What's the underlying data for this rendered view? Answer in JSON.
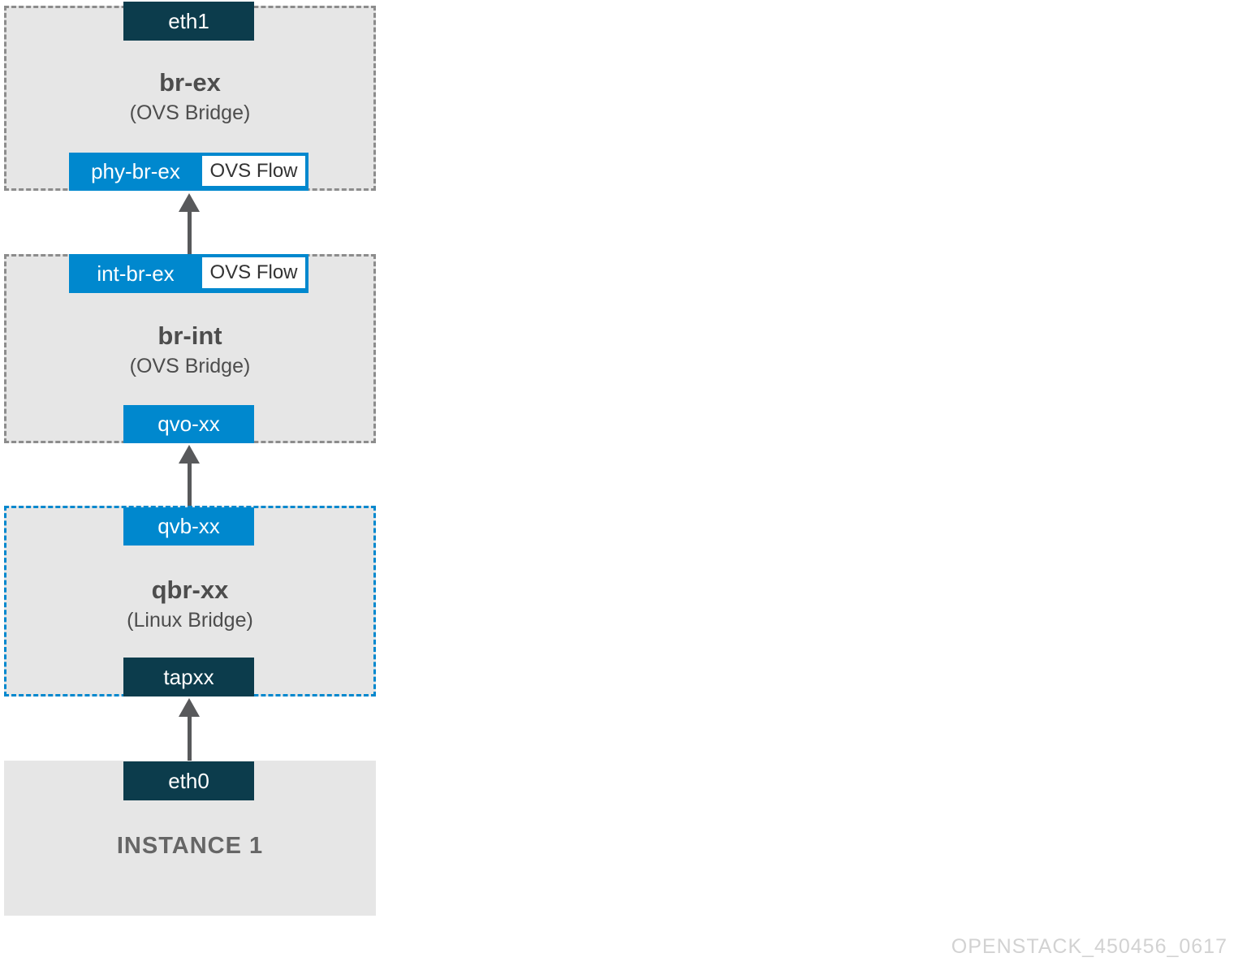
{
  "diagram": {
    "groups": {
      "br_ex": {
        "title": "br-ex",
        "subtitle": "(OVS Bridge)",
        "top_port": "eth1",
        "bottom_port": "phy-br-ex",
        "flow_label": "OVS Flow"
      },
      "br_int": {
        "title": "br-int",
        "subtitle": "(OVS Bridge)",
        "top_port": "int-br-ex",
        "flow_label": "OVS Flow",
        "bottom_port": "qvo-xx"
      },
      "qbr": {
        "title": "qbr-xx",
        "subtitle": "(Linux Bridge)",
        "top_port": "qvb-xx",
        "bottom_port": "tapxx"
      },
      "instance": {
        "title": "INSTANCE 1",
        "top_port": "eth0"
      }
    },
    "colors": {
      "port_blue": "#0088ce",
      "port_teal": "#0c3c4c",
      "group_fill": "#e6e6e6",
      "gray_border": "#8c8c8c",
      "blue_border": "#0088ce",
      "arrow": "#58595b"
    },
    "watermark": "OPENSTACK_450456_0617"
  }
}
